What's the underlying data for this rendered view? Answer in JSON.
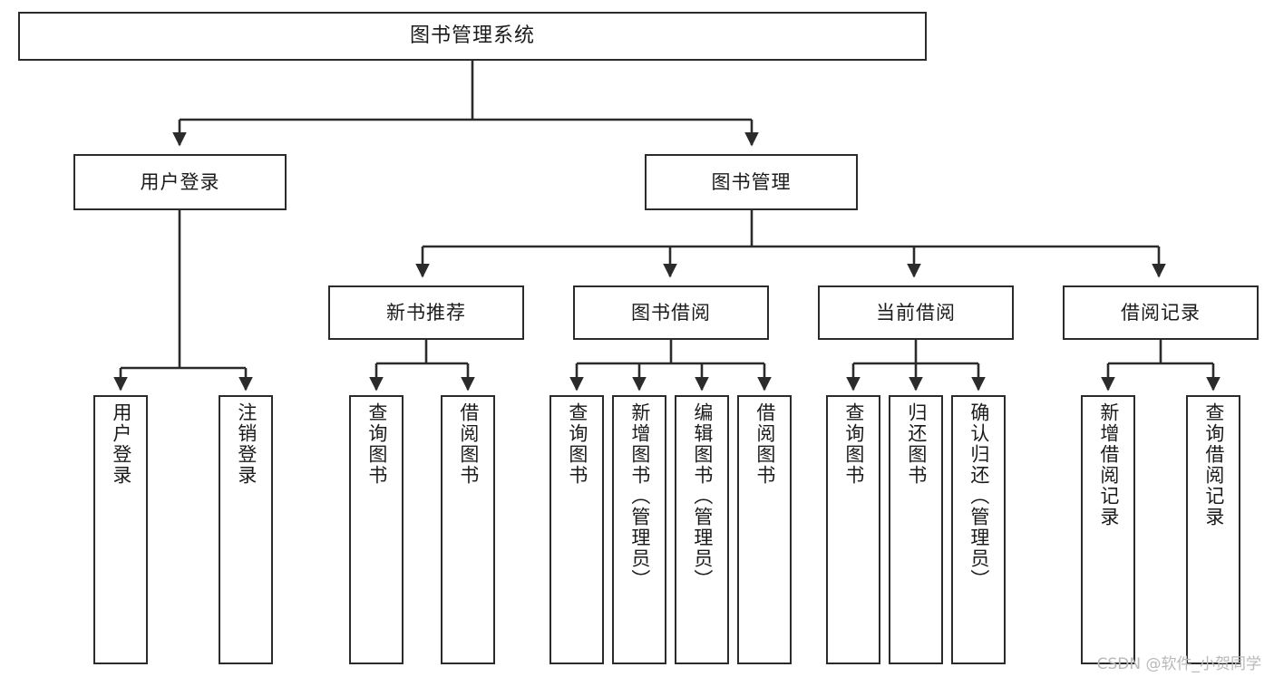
{
  "diagram": {
    "title": "图书管理系统",
    "type": "tree-hierarchy-chart",
    "orientation": "top-down",
    "colors": {
      "box_border": "#2b2b2b",
      "box_fill": "#ffffff",
      "connector": "#2b2b2b",
      "background": "#ffffff",
      "watermark": "#b9b9b9"
    }
  },
  "root": {
    "label": "图书管理系统"
  },
  "level1": [
    {
      "label": "用户登录"
    },
    {
      "label": "图书管理"
    }
  ],
  "level2": [
    {
      "label": "新书推荐"
    },
    {
      "label": "图书借阅"
    },
    {
      "label": "当前借阅"
    },
    {
      "label": "借阅记录"
    }
  ],
  "leaves": {
    "user_login": [
      {
        "label": "用户登录"
      },
      {
        "label": "注销登录"
      }
    ],
    "new_book_recommend": [
      {
        "label": "查询图书"
      },
      {
        "label": "借阅图书"
      }
    ],
    "book_borrow": [
      {
        "label": "查询图书"
      },
      {
        "label": "新增图书（管理员）"
      },
      {
        "label": "编辑图书（管理员）"
      },
      {
        "label": "借阅图书"
      }
    ],
    "current_borrow": [
      {
        "label": "查询图书"
      },
      {
        "label": "归还图书"
      },
      {
        "label": "确认归还（管理员）"
      }
    ],
    "borrow_record": [
      {
        "label": "新增借阅记录"
      },
      {
        "label": "查询借阅记录"
      }
    ]
  },
  "watermark": {
    "text": "CSDN @软件_小贺同学"
  }
}
